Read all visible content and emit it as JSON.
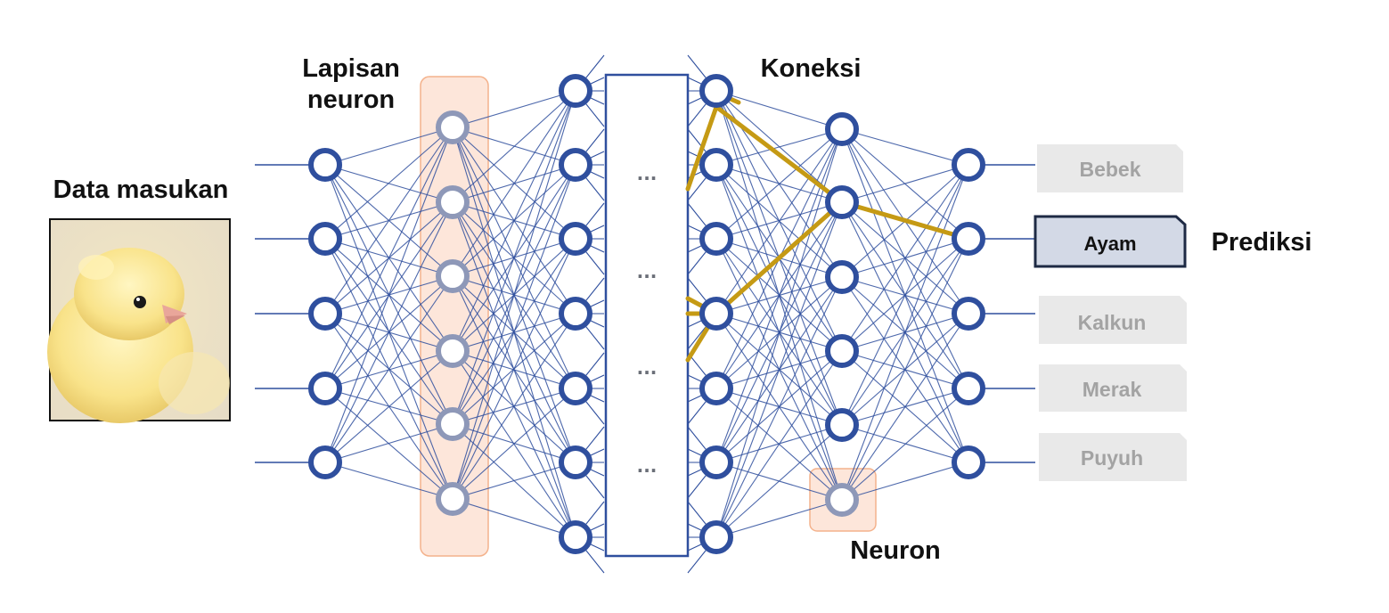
{
  "labels": {
    "input": "Data masukan",
    "layer_line1": "Lapisan",
    "layer_line2": "neuron",
    "connections": "Koneksi",
    "neuron": "Neuron",
    "prediction": "Prediksi"
  },
  "hidden_ellipsis": [
    "...",
    "...",
    "...",
    "..."
  ],
  "outputs": [
    {
      "label": "Bebek",
      "selected": false
    },
    {
      "label": "Ayam",
      "selected": true
    },
    {
      "label": "Kalkun",
      "selected": false
    },
    {
      "label": "Merak",
      "selected": false
    },
    {
      "label": "Puyuh",
      "selected": false
    }
  ],
  "colors": {
    "neuron": "#2f4f9e",
    "edge": "#2f4f9e",
    "highlight_edge": "#c59a14",
    "highlight_box": "#f4a27c",
    "faded_neuron": "#8e98b8",
    "selected_output_fill": "#d3d9e6",
    "selected_output_border": "#1e2a44",
    "faded_output_fill": "#e9e9e9",
    "faded_output_text": "#a3a3a3"
  }
}
